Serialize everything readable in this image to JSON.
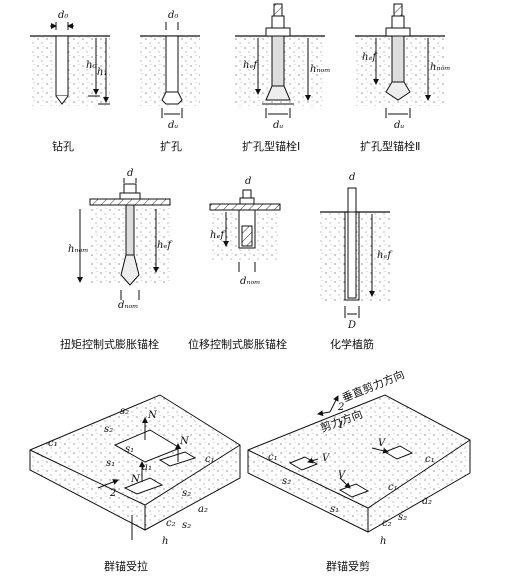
{
  "captions": {
    "drilling": "钻孔",
    "reaming": "扩孔",
    "undercut_anchor_1": "扩孔型锚栓Ⅰ",
    "undercut_anchor_2": "扩孔型锚栓Ⅱ",
    "torque_controlled": "扭矩控制式膨胀锚栓",
    "displacement_controlled": "位移控制式膨胀锚栓",
    "chemical_rebar": "化学植筋",
    "group_tension": "群锚受拉",
    "group_shear": "群锚受剪"
  },
  "labels": {
    "d0": "d₀",
    "d0_reamed": "d₀",
    "h0": "h₀",
    "h1": "h₁",
    "du": "dᵤ",
    "du_2": "dᵤ",
    "hef": "hₑf",
    "hnom": "hₙₒₘ",
    "d": "d",
    "dnom": "dₙₒₘ",
    "D": "D",
    "N": "N",
    "V": "V",
    "s1": "s₁",
    "s2": "s₂",
    "c1": "c₁",
    "c2": "c₂",
    "a1": "a₁",
    "a2": "a₂",
    "h": "h",
    "one": "1",
    "two": "2"
  },
  "directions": {
    "vertical_shear": "垂直剪力方向",
    "shear": "剪力方向"
  },
  "colors": {
    "line": "#111111",
    "concrete_dot": "#555555",
    "hatch": "#333333"
  }
}
